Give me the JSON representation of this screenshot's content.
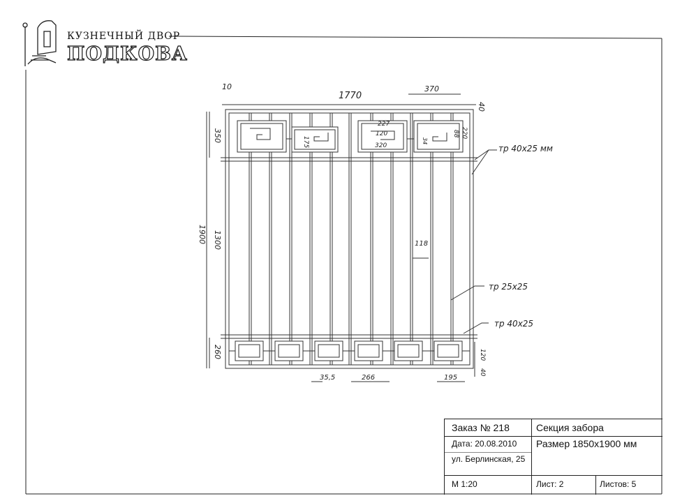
{
  "logo": {
    "subtitle": "КУЗНЕЧНЫЙ ДВОР",
    "name": "ПОДКОВА"
  },
  "dimensions": {
    "left_offset": "10",
    "overall_width": "1770",
    "module_width": "370",
    "top_offset": "40",
    "top_panel_height": "350",
    "overall_height": "1900",
    "mid_height": "1300",
    "bottom_panel_height": "260",
    "inner_227": "227",
    "inner_120": "120",
    "inner_320": "320",
    "inner_175": "175",
    "inner_220": "220",
    "inner_88": "88",
    "inner_34": "34",
    "bar_spacing": "118",
    "bottom_355": "35,5",
    "bottom_266": "266",
    "bottom_195": "195",
    "right_120": "120",
    "right_40": "40"
  },
  "callouts": {
    "top_tube": "тр 40x25 мм",
    "vertical_tube": "тр 25x25",
    "bottom_tube": "тр 40x25"
  },
  "title_block": {
    "order": "Заказ № 218",
    "title": "Секция забора",
    "date": "Дата: 20.08.2010",
    "size": "Размер 1850x1900 мм",
    "address": "ул. Берлинская, 25",
    "scale": "М 1:20",
    "sheet": "Лист: 2",
    "sheets": "Листов: 5"
  }
}
